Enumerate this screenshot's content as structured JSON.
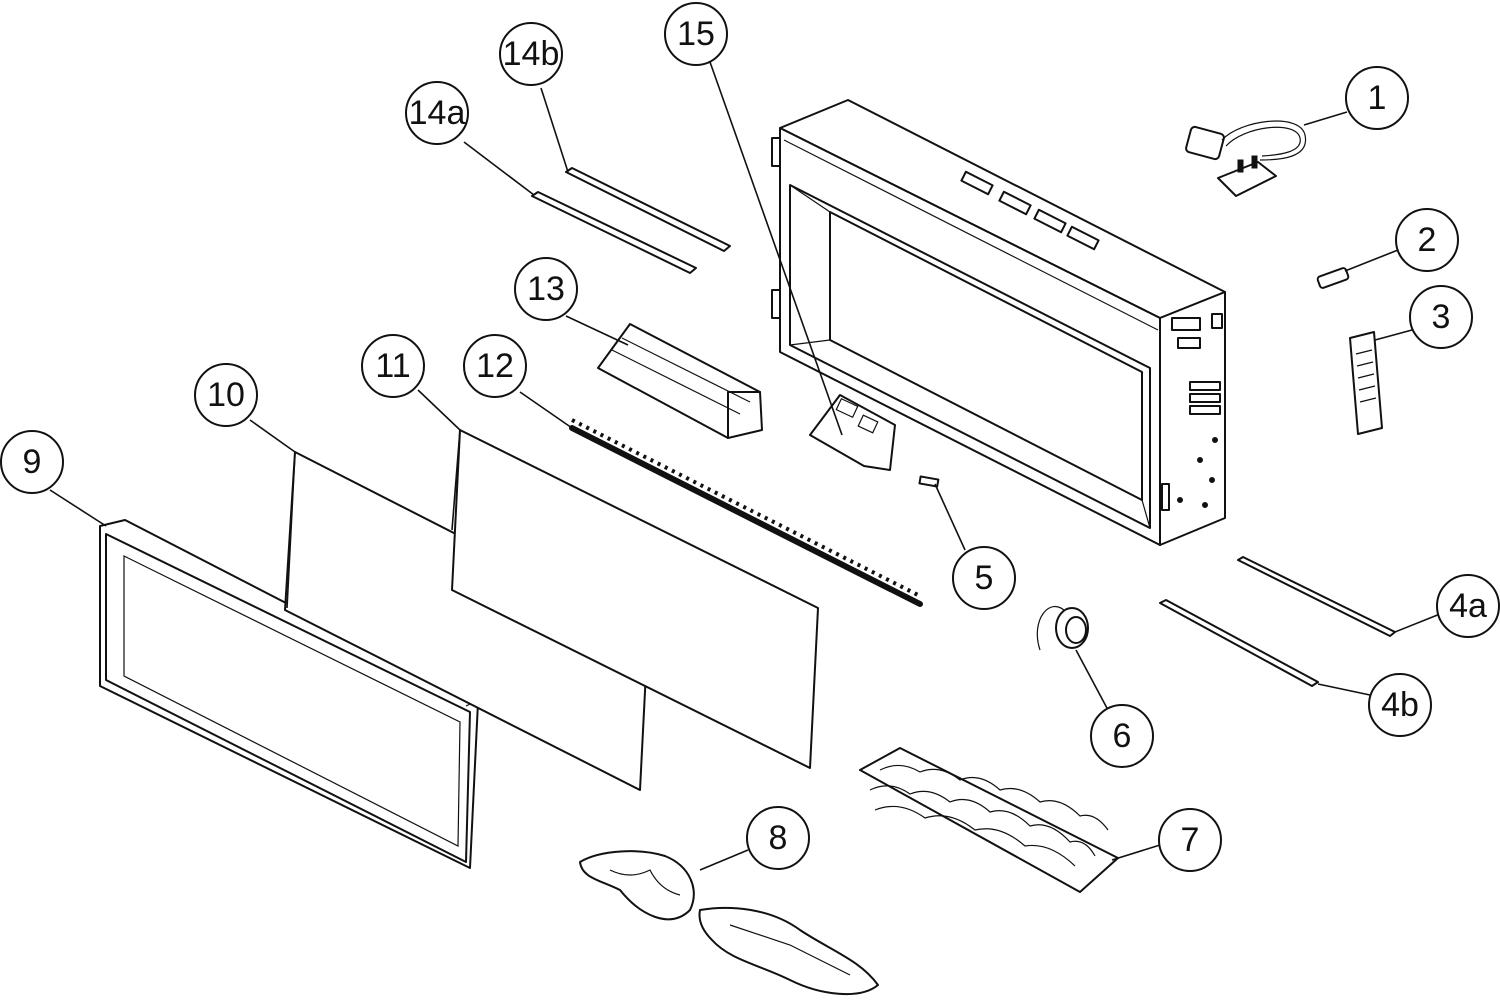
{
  "diagram": {
    "title": "",
    "callouts": [
      {
        "id": "1",
        "label": "1"
      },
      {
        "id": "2",
        "label": "2"
      },
      {
        "id": "3",
        "label": "3"
      },
      {
        "id": "4a",
        "label": "4a"
      },
      {
        "id": "4b",
        "label": "4b"
      },
      {
        "id": "5",
        "label": "5"
      },
      {
        "id": "6",
        "label": "6"
      },
      {
        "id": "7",
        "label": "7"
      },
      {
        "id": "8",
        "label": "8"
      },
      {
        "id": "9",
        "label": "9"
      },
      {
        "id": "10",
        "label": "10"
      },
      {
        "id": "11",
        "label": "11"
      },
      {
        "id": "12",
        "label": "12"
      },
      {
        "id": "13",
        "label": "13"
      },
      {
        "id": "14a",
        "label": "14a"
      },
      {
        "id": "14b",
        "label": "14b"
      },
      {
        "id": "15",
        "label": "15"
      }
    ]
  }
}
